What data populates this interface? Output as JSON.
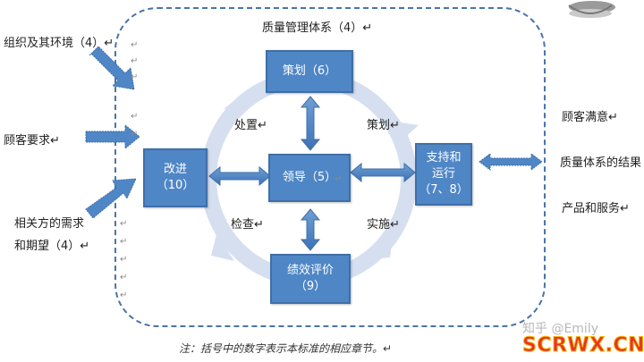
{
  "frame_title": "质量管理体系（4）↵",
  "left_inputs": {
    "org": "组织及其环境（4）↵",
    "customer_req": "顾客要求↵",
    "stakeholder_line1": "相关方的需求",
    "stakeholder_line2": "和期望（4）↵"
  },
  "boxes": {
    "plan": "策划（6）",
    "leadership": "领导（5）",
    "improve_line1": "改进",
    "improve_line2": "（10）",
    "support_line1": "支持和",
    "support_line2": "运行",
    "support_line3": "（7、8）",
    "eval_line1": "绩效评价",
    "eval_line2": "（9）"
  },
  "cycle_labels": {
    "act": "处置↵",
    "plan": "策划↵",
    "check": "检查↵",
    "do": "实施↵"
  },
  "right_outputs": {
    "satisfaction": "顾客满意↵",
    "results": "质量体系的结果",
    "products": "产品和服务↵"
  },
  "note": "注：括号中的数字表示本标准的相应章节。↵",
  "watermark_text": "知乎 @Emily",
  "logo_text": "SCRWX.CN",
  "paragraph_mark": "↵",
  "colors": {
    "box_fill": "#4f86c6",
    "arrow_fill": "#4f86c6",
    "cycle_ring": "#d5dff0",
    "frame": "#4a74a8",
    "logo_red": "#e8322b",
    "logo_yellow": "#f7b500"
  }
}
